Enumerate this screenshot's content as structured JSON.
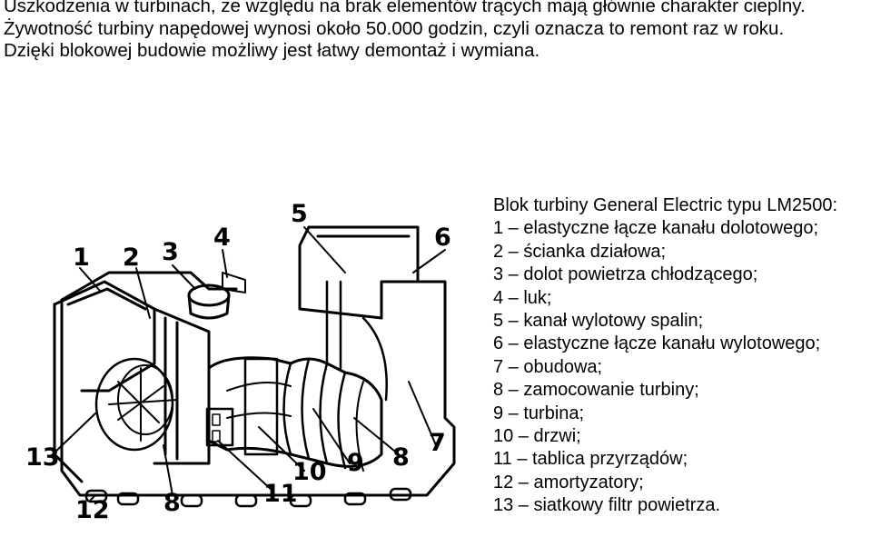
{
  "intro": {
    "line1": "Uszkodzenia w turbinach, ze względu na brak elementów trących mają głównie charakter cieplny.",
    "line2": "Żywotność turbiny napędowej wynosi około 50.000 godzin, czyli oznacza to remont raz w roku.",
    "line3": "Dzięki blokowej budowie możliwy jest łatwy demontaż i wymiana."
  },
  "legend": {
    "title": "Blok turbiny General Electric typu LM2500:",
    "items": [
      "1 – elastyczne łącze kanału dolotowego;",
      "2 – ścianka działowa;",
      "3 – dolot powietrza chłodzącego;",
      "4 – luk;",
      "5 – kanał wylotowy spalin;",
      "6 – elastyczne łącze kanału wylotowego;",
      "7 – obudowa;",
      "8 – zamocowanie turbiny;",
      "9 – turbina;",
      "10 – drzwi;",
      "11 – tablica przyrządów;",
      "12 – amortyzatory;",
      "13 – siatkowy filtr powietrza."
    ]
  },
  "diagram": {
    "callouts": [
      "1",
      "2",
      "3",
      "4",
      "5",
      "6",
      "7",
      "8",
      "9",
      "10",
      "11",
      "12",
      "13",
      "8"
    ]
  }
}
